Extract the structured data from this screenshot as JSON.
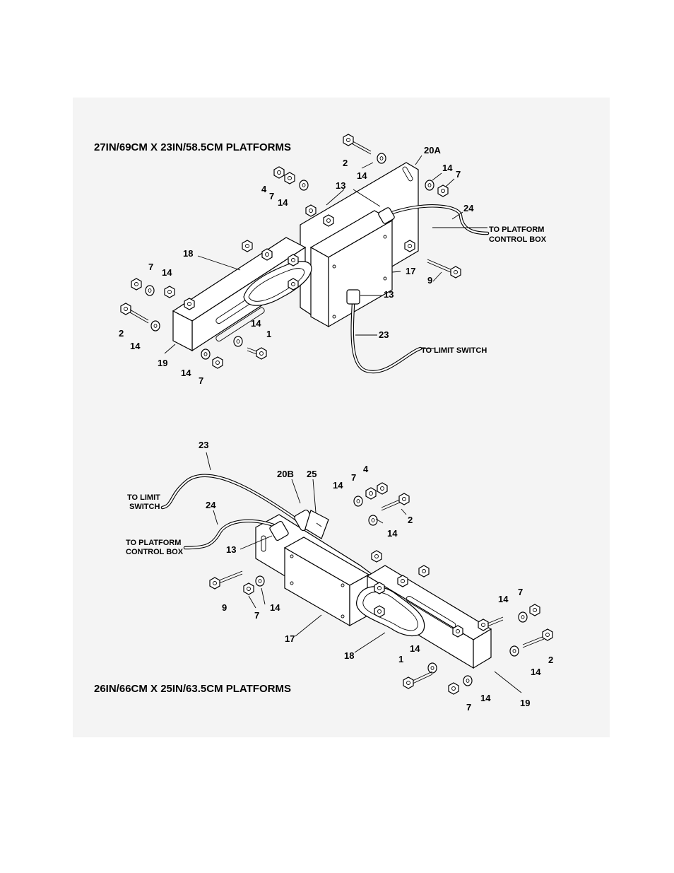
{
  "upper_view": {
    "title": "27IN/69CM X 23IN/58.5CM PLATFORMS",
    "callouts": [
      {
        "id": "u-2a",
        "label": "2"
      },
      {
        "id": "u-20a",
        "label": "20A"
      },
      {
        "id": "u-14a",
        "label": "14"
      },
      {
        "id": "u-14b",
        "label": "14"
      },
      {
        "id": "u-7a",
        "label": "7"
      },
      {
        "id": "u-4",
        "label": "4"
      },
      {
        "id": "u-7b",
        "label": "7"
      },
      {
        "id": "u-14c",
        "label": "14"
      },
      {
        "id": "u-13a",
        "label": "13"
      },
      {
        "id": "u-24",
        "label": "24"
      },
      {
        "id": "u-18",
        "label": "18"
      },
      {
        "id": "u-17",
        "label": "17"
      },
      {
        "id": "u-9",
        "label": "9"
      },
      {
        "id": "u-7c",
        "label": "7"
      },
      {
        "id": "u-14d",
        "label": "14"
      },
      {
        "id": "u-13b",
        "label": "13"
      },
      {
        "id": "u-23",
        "label": "23"
      },
      {
        "id": "u-14e",
        "label": "14"
      },
      {
        "id": "u-1",
        "label": "1"
      },
      {
        "id": "u-2b",
        "label": "2"
      },
      {
        "id": "u-14f",
        "label": "14"
      },
      {
        "id": "u-19",
        "label": "19"
      },
      {
        "id": "u-14g",
        "label": "14"
      },
      {
        "id": "u-7d",
        "label": "7"
      }
    ],
    "notes": {
      "platform_line1": "TO PLATFORM",
      "platform_line2": "CONTROL BOX",
      "limit": "TO LIMIT SWITCH"
    }
  },
  "lower_view": {
    "title": "26IN/66CM X 25IN/63.5CM PLATFORMS",
    "callouts": [
      {
        "id": "l-23",
        "label": "23"
      },
      {
        "id": "l-20b",
        "label": "20B"
      },
      {
        "id": "l-25",
        "label": "25"
      },
      {
        "id": "l-4",
        "label": "4"
      },
      {
        "id": "l-7a",
        "label": "7"
      },
      {
        "id": "l-14a",
        "label": "14"
      },
      {
        "id": "l-24",
        "label": "24"
      },
      {
        "id": "l-2a",
        "label": "2"
      },
      {
        "id": "l-14b",
        "label": "14"
      },
      {
        "id": "l-13",
        "label": "13"
      },
      {
        "id": "l-9",
        "label": "9"
      },
      {
        "id": "l-7b",
        "label": "7"
      },
      {
        "id": "l-14c",
        "label": "14"
      },
      {
        "id": "l-7c",
        "label": "7"
      },
      {
        "id": "l-14d",
        "label": "14"
      },
      {
        "id": "l-17",
        "label": "17"
      },
      {
        "id": "l-18",
        "label": "18"
      },
      {
        "id": "l-14e",
        "label": "14"
      },
      {
        "id": "l-1",
        "label": "1"
      },
      {
        "id": "l-2b",
        "label": "2"
      },
      {
        "id": "l-14f",
        "label": "14"
      },
      {
        "id": "l-14g",
        "label": "14"
      },
      {
        "id": "l-7d",
        "label": "7"
      },
      {
        "id": "l-19",
        "label": "19"
      }
    ],
    "notes": {
      "limit_line1": "TO LIMIT",
      "limit_line2": "SWITCH",
      "platform_line1": "TO PLATFORM",
      "platform_line2": "CONTROL BOX"
    }
  }
}
